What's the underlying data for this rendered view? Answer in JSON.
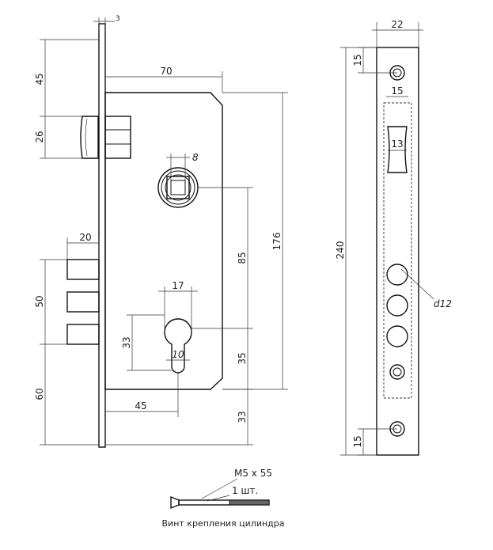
{
  "dimensions": {
    "backset_3": "3",
    "top_45": "45",
    "width_70": "70",
    "latch_26": "26",
    "spindle_8": "8",
    "bolt_20": "20",
    "center_85": "85",
    "height_176": "176",
    "bolt_50": "50",
    "cyl_17": "17",
    "cyl_33": "33",
    "cyl_10": "10",
    "cyl_35": "35",
    "bottom_60": "60",
    "backset_45": "45",
    "bottom_33": "33",
    "face_22": "22",
    "face_15_top": "15",
    "face_15_w": "15",
    "slot_13": "13",
    "face_240": "240",
    "hole_d12": "d12",
    "face_15_bottom": "15"
  },
  "screw": {
    "size": "M5 x 55",
    "qty": "1 шт.",
    "caption": "Винт крепления цилиндра"
  },
  "colors": {
    "line": "#111111",
    "background": "#ffffff"
  }
}
